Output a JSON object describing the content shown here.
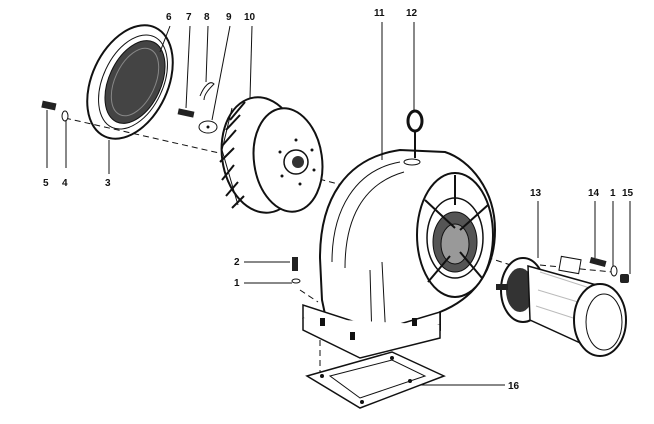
{
  "callouts": {
    "c1": "1",
    "c2": "2",
    "c3": "3",
    "c4": "4",
    "c5": "5",
    "c6": "6",
    "c7": "7",
    "c8": "8",
    "c9": "9",
    "c10": "10",
    "c11": "11",
    "c12": "12",
    "c13": "13",
    "c14": "14",
    "c15a": "1",
    "c15b": "15",
    "c16": "16"
  }
}
